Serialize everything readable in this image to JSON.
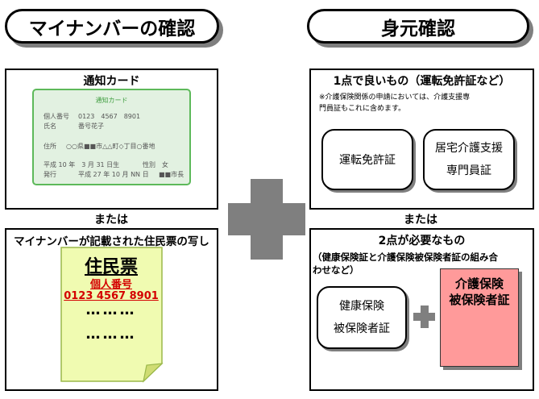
{
  "left_header": "マイナンバーの確認",
  "right_header": "身元確認",
  "left_top": {
    "title": "通知カード",
    "card": {
      "title": "通知カード",
      "id_label": "個人番号",
      "id_value": "0123　4567　8901",
      "name_label": "氏名",
      "name_value": "番号花子",
      "address_label": "住所",
      "address_value": "○○県■■市△△町◇丁目○番地",
      "birth": "平成 10 年　3 月 31 日生",
      "gender": "性別　女",
      "issued_label": "発行",
      "issued_value": "平成 27 年 10 月 NN 日",
      "issuer": "■■市長"
    }
  },
  "or_label": "または",
  "left_bottom": {
    "title": "マイナンバーが記載された住民票の写し",
    "note_title": "住民票",
    "note_id_label": "個人番号",
    "note_id_value": "0123 4567 8901",
    "dots1": "………",
    "dots2": "………"
  },
  "right_top": {
    "title": "1点で良いもの（運転免許証など）",
    "note_line1": "※介護保険関係の申請においては、介護支援専",
    "note_line2": "門員証もこれに含めます。",
    "box1": "運転免許証",
    "box2_line1": "居宅介護支援",
    "box2_line2": "専門員証"
  },
  "right_bottom": {
    "title": "2点が必要なもの",
    "sub_line1": "（健康保険証と介護保険被保険者証の組み合",
    "sub_line2": "わせなど）",
    "box1_line1": "健康保険",
    "box1_line2": "被保険者証",
    "pink_line1": "介護保険",
    "pink_line2": "被保険者証"
  },
  "colors": {
    "card_bg": "#e2f1e1",
    "card_border": "#5db95a",
    "note_bg": "#f0fbb1",
    "red_text": "#d40000",
    "pink": "#ff9a9a",
    "gray_plus": "#7f7f7f"
  },
  "icons": [
    "plus-icon",
    "folded-note-icon"
  ]
}
